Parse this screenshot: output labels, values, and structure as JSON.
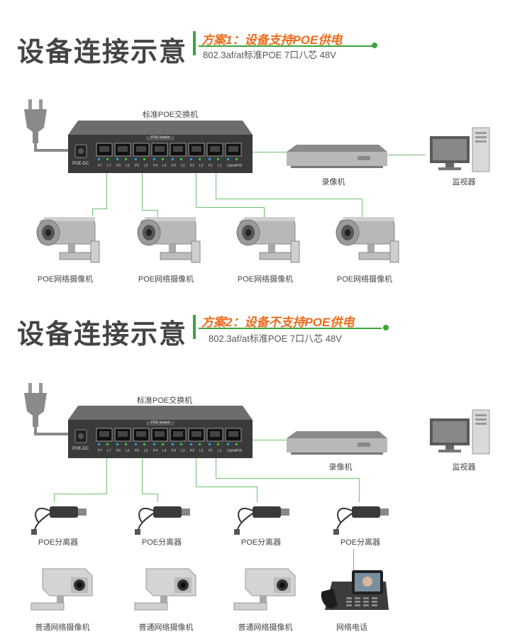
{
  "section1": {
    "heading": "设备连接示意",
    "scheme_title": "方案1：设备支持POE供电",
    "specs": "802.3af/at标准POE 7口八芯  48V",
    "switch_label": "标准POE交换机",
    "switch_model": "POE Switch",
    "dc_label": "POE-DC",
    "port_labels": [
      "P7",
      "L7",
      "P6",
      "L6",
      "P5",
      "L5",
      "P4",
      "L4",
      "P3",
      "L3",
      "P2",
      "L2",
      "P1",
      "L1",
      "Uplink",
      "PW"
    ],
    "nvr_label": "录像机",
    "monitor_label": "监视器",
    "camera_labels": [
      "POE网络摄像机",
      "POE网络摄像机",
      "POE网络摄像机",
      "POE网络摄像机"
    ]
  },
  "section2": {
    "heading": "设备连接示意",
    "scheme_title": "方案2：设备不支持POE供电",
    "specs": "802.3af/at标准POE 7口八芯  48V",
    "switch_label": "标准POE交换机",
    "switch_model": "POE Switch",
    "dc_label": "POE-DC",
    "port_labels": [
      "P7",
      "L7",
      "P6",
      "L6",
      "P5",
      "L5",
      "P4",
      "L4",
      "P3",
      "L3",
      "P2",
      "L2",
      "P1",
      "L1",
      "Uplink",
      "PW"
    ],
    "nvr_label": "录像机",
    "monitor_label": "监视器",
    "splitter_labels": [
      "POE分离器",
      "POE分离器",
      "POE分离器",
      "POE分离器"
    ],
    "device_labels": [
      "普通网络摄像机",
      "普通网络摄像机",
      "普通网络摄像机",
      "网络电话"
    ]
  },
  "colors": {
    "accent_green": "#3aa53a",
    "wire_green": "#6cc26c",
    "scheme_orange": "#ee6a1a",
    "heading_gray": "#444444"
  }
}
